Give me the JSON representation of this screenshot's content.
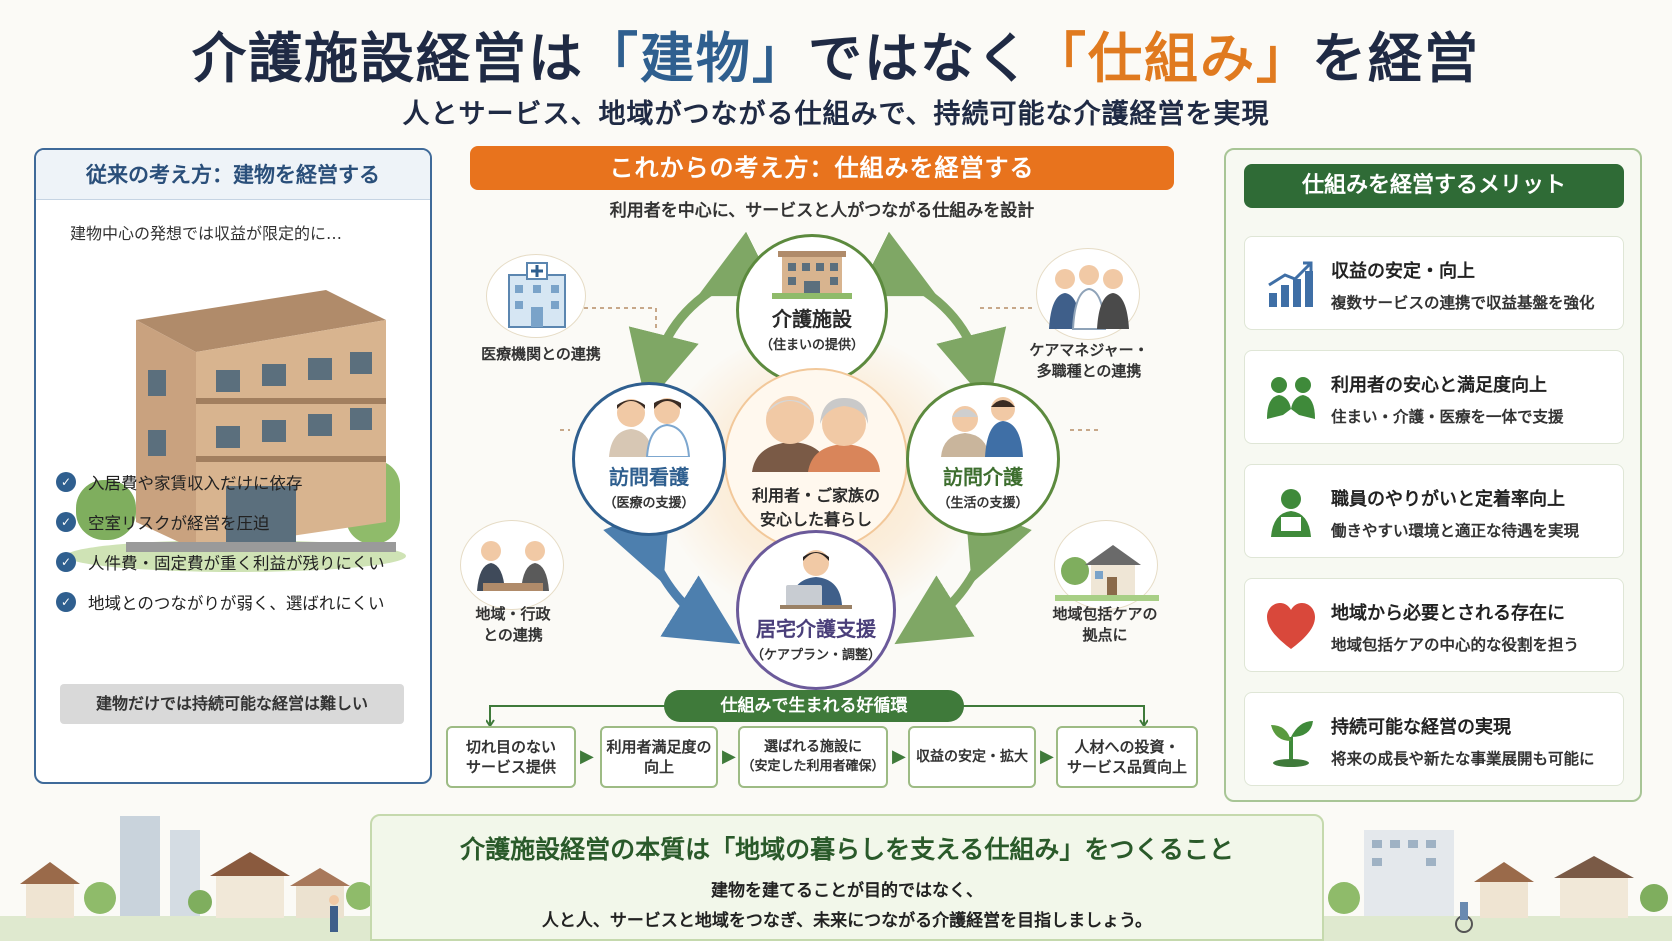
{
  "header": {
    "title_part1": "介護施設経営は",
    "title_quote1": "「建物」",
    "title_part2": "ではなく",
    "title_quote2": "「仕組み」",
    "title_part3": "を経営",
    "subtitle": "人とサービス、地域がつながる仕組みで、持続可能な介護経営を実現"
  },
  "left": {
    "heading": "従来の考え方：建物を経営する",
    "intro": "建物中心の発想では収益が限定的に…",
    "items": [
      "入居費や家賃収入だけに依存",
      "空室リスクが経営を圧迫",
      "人件費・固定費が重く利益が残りにくい",
      "地域とのつながりが弱く、選ばれにくい"
    ],
    "footer": "建物だけでは持続可能な経営は難しい"
  },
  "center": {
    "heading": "これからの考え方：仕組みを経営する",
    "subheading": "利用者を中心に、サービスと人がつながる仕組みを設計",
    "core_line1": "利用者・ご家族の",
    "core_line2": "安心した暮らし",
    "node_top_title": "介護施設",
    "node_top_sub": "（住まいの提供）",
    "node_left_title": "訪問看護",
    "node_left_sub": "（医療の支援）",
    "node_right_title": "訪問介護",
    "node_right_sub": "（生活の支援）",
    "node_bottom_title": "居宅介護支援",
    "node_bottom_sub": "（ケアプラン・調整）",
    "side_medical": "医療機関との連携",
    "side_care_line1": "ケアマネジャー・",
    "side_care_line2": "多職種との連携",
    "side_gov_line1": "地域・行政",
    "side_gov_line2": "との連携",
    "side_hub_line1": "地域包括ケアの",
    "side_hub_line2": "拠点に",
    "cycle_heading": "仕組みで生まれる好循環",
    "cycle": [
      {
        "line1": "切れ目のない",
        "line2": "サービス提供"
      },
      {
        "line1": "利用者満足度の",
        "line2": "向上"
      },
      {
        "line1": "選ばれる施設に",
        "line2": "（安定した利用者確保）"
      },
      {
        "line1": "収益の安定・拡大",
        "line2": ""
      },
      {
        "line1": "人材への投資・",
        "line2": "サービス品質向上"
      }
    ]
  },
  "right": {
    "heading": "仕組みを経営するメリット",
    "merits": [
      {
        "title": "収益の安定・向上",
        "desc": "複数サービスの連携で収益基盤を強化",
        "icon": "chart-up-icon"
      },
      {
        "title": "利用者の安心と満足度向上",
        "desc": "住まい・介護・医療を一体で支援",
        "icon": "people-support-icon"
      },
      {
        "title": "職員のやりがいと定着率向上",
        "desc": "働きやすい環境と適正な待遇を実現",
        "icon": "staff-icon"
      },
      {
        "title": "地域から必要とされる存在に",
        "desc": "地域包括ケアの中心的な役割を担う",
        "icon": "heart-icon"
      },
      {
        "title": "持続可能な経営の実現",
        "desc": "将来の成長や新たな事業展開も可能に",
        "icon": "sprout-icon"
      }
    ]
  },
  "bottom": {
    "title": "介護施設経営の本質は「地域の暮らしを支える仕組み」をつくること",
    "line1": "建物を建てることが目的ではなく、",
    "line2": "人と人、サービスと地域をつなぎ、未来につながる介護経営を目指しましょう。"
  },
  "colors": {
    "navy": "#1f2a44",
    "blue": "#2f5f8f",
    "orange": "#e8731d",
    "green": "#2f6b36"
  }
}
